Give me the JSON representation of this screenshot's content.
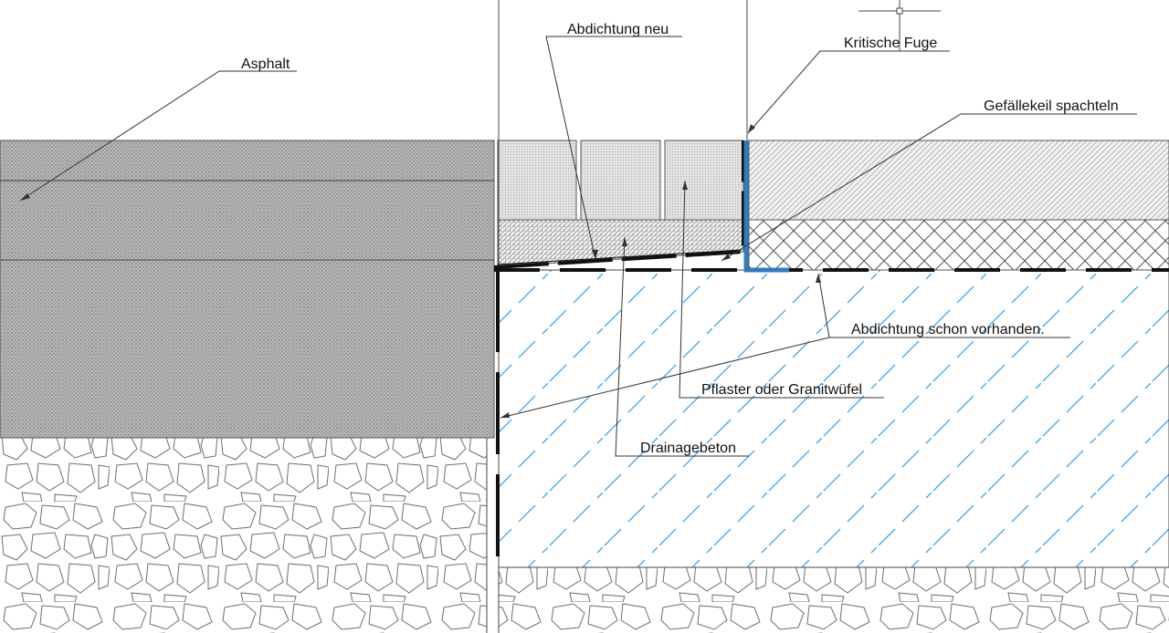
{
  "labels": {
    "asphalt": "Asphalt",
    "seal_new": "Abdichtung neu",
    "critical_joint": "Kritische Fuge",
    "slope_wedge": "Gefällekeil spachteln",
    "seal_existing": "Abdichtung schon vorhanden.",
    "paving": "Pflaster oder Granitwüfel",
    "drainage_concrete": "Drainagebeton"
  },
  "colors": {
    "asphalt_fill": "#b3b3b3",
    "paver_fill": "#dcdcdc",
    "concrete_hatch": "#3aa6f0",
    "critical_joint": "#2f7bc0",
    "seal": "#111111",
    "stone_outline": "#6e6e6e"
  }
}
